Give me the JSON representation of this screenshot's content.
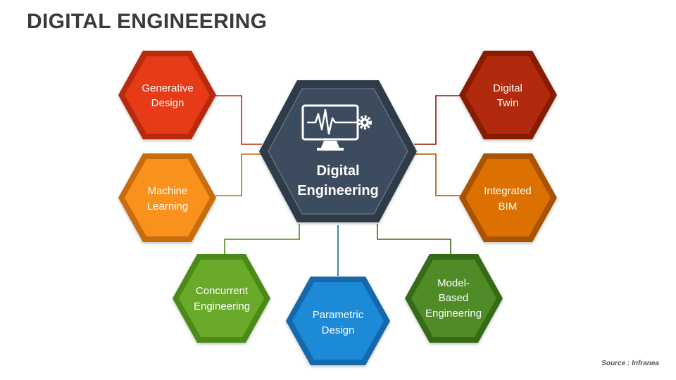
{
  "title": "DIGITAL ENGINEERING",
  "center": {
    "lines": [
      "Digital",
      "Engineering"
    ],
    "icon": "monitor-gear-icon",
    "color": "#3d4b5f"
  },
  "nodes": [
    {
      "id": "generative-design",
      "lines": [
        "Generative",
        "Design"
      ],
      "color": "#e63a12",
      "dark": "#b82a08"
    },
    {
      "id": "machine-learning",
      "lines": [
        "Machine",
        "Learning"
      ],
      "color": "#f8921e",
      "dark": "#c86d0c"
    },
    {
      "id": "concurrent-engineering",
      "lines": [
        "Concurrent",
        "Engineering"
      ],
      "color": "#6aaa2a",
      "dark": "#4c8a19"
    },
    {
      "id": "parametric-design",
      "lines": [
        "Parametric",
        "Design"
      ],
      "color": "#1e8ad6",
      "dark": "#1367ad"
    },
    {
      "id": "model-based-engineering",
      "lines": [
        "Model-",
        "Based",
        "Engineering"
      ],
      "color": "#4f8b28",
      "dark": "#356b14"
    },
    {
      "id": "integrated-bim",
      "lines": [
        "Integrated",
        "BIM"
      ],
      "color": "#dc7000",
      "dark": "#a95200"
    },
    {
      "id": "digital-twin",
      "lines": [
        "Digital",
        "Twin"
      ],
      "color": "#b22a0f",
      "dark": "#861a05"
    }
  ],
  "source": "Source : Infranea"
}
